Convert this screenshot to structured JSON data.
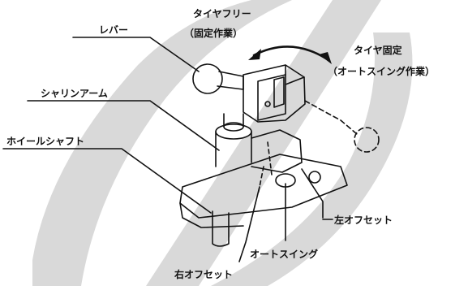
{
  "labels": {
    "lever": "レバー",
    "tire_free": "タイヤフリー",
    "fixed_work": "（固定作業）",
    "tire_fixed": "タイヤ固定",
    "auto_swing_work": "（オートスイング作業）",
    "sharin_arm": "シャリンアーム",
    "wheel_shaft": "ホイールシャフト",
    "left_offset": "左オフセット",
    "auto_swing": "オートスイング",
    "right_offset": "右オフセット"
  },
  "colors": {
    "watermark": "#d9d9d9",
    "line": "#111111",
    "background": "#ffffff"
  }
}
